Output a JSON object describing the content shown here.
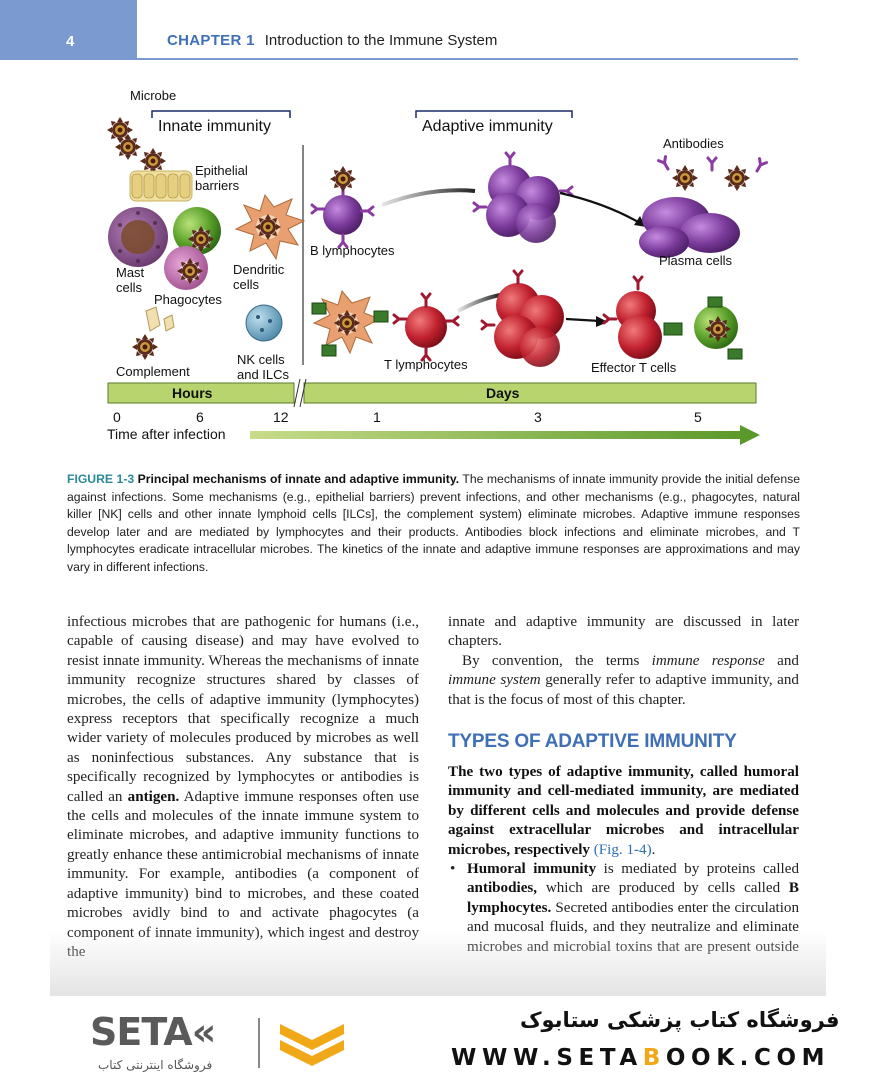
{
  "header": {
    "page_number": "4",
    "chapter_label": "CHAPTER 1",
    "chapter_title": "Introduction to the Immune System"
  },
  "figure": {
    "innate_heading": "Innate immunity",
    "adaptive_heading": "Adaptive immunity",
    "labels": {
      "microbe": "Microbe",
      "epithelial_1": "Epithelial",
      "epithelial_2": "barriers",
      "mast_1": "Mast",
      "mast_2": "cells",
      "phagocytes": "Phagocytes",
      "dendritic_1": "Dendritic",
      "dendritic_2": "cells",
      "complement": "Complement",
      "nk_1": "NK cells",
      "nk_2": "and ILCs",
      "b_lymphocytes": "B lymphocytes",
      "antibodies": "Antibodies",
      "plasma_cells": "Plasma cells",
      "t_lymphocytes": "T lymphocytes",
      "effector_t_cells": "Effector T cells"
    },
    "timeline": {
      "hours_label": "Hours",
      "days_label": "Days",
      "ticks": [
        "0",
        "6",
        "12",
        "1",
        "3",
        "5"
      ],
      "axis_label": "Time after infection"
    }
  },
  "caption": {
    "id": "FIGURE 1-3",
    "title": "Principal mechanisms of innate and adaptive immunity.",
    "text": "The mechanisms of innate immunity provide the initial defense against infections. Some mechanisms (e.g., epithelial barriers) prevent infections, and other mechanisms (e.g., phagocytes, natural killer [NK] cells and other innate lymphoid cells [ILCs], the complement system) eliminate microbes. Adaptive immune responses develop later and are mediated by lymphocytes and their products. Antibodies block infections and eliminate microbes, and T lymphocytes eradicate intracellular microbes. The kinetics of the innate and adaptive immune responses are approximations and may vary in different infections."
  },
  "body": {
    "left_p1_a": "infectious microbes that are pathogenic for humans (i.e., capable of causing disease) and may have evolved to resist innate immunity. Whereas the mechanisms of innate immunity recognize structures shared by classes of microbes, the cells of adaptive immunity (lymphocytes) express receptors that specifically recognize a much wider variety of molecules produced by microbes as well as noninfectious substances. Any substance that is specifically recognized by lymphocytes or antibodies is called an ",
    "left_p1_antigen": "antigen.",
    "left_p1_b": " Adaptive immune responses often use the cells and molecules of the innate immune system to eliminate microbes, and adaptive immunity functions to greatly enhance these antimicrobial mechanisms of innate immunity. For example, antibodies (a component of adaptive immunity) bind to microbes, and these coated microbes avidly bind to and activate phagocytes (a component of innate immunity), which ingest and destroy the",
    "right_p1": "innate and adaptive immunity are discussed in later chapters.",
    "right_p2_a": "By convention, the terms ",
    "right_p2_term1": "immune response",
    "right_p2_b": " and ",
    "right_p2_term2": "immune system",
    "right_p2_c": " generally refer to adaptive immunity, and that is the focus of most of this chapter.",
    "section_title": "TYPES OF ADAPTIVE IMMUNITY",
    "lead_bold": "The two types of adaptive immunity, called humoral immunity and cell-mediated immunity, are mediated by different cells and molecules and provide defense against extracellular microbes and intracellular microbes, respectively",
    "lead_ref": "(Fig. 1-4)",
    "lead_end": ".",
    "bullet_symbol": "•",
    "bullet_term": "Humoral immunity",
    "bullet_a": " is mediated by proteins called ",
    "bullet_antibodies": "antibodies,",
    "bullet_b": " which are produced by cells called ",
    "bullet_blymph": "B lymphocytes.",
    "bullet_c": " Secreted antibodies enter the circulation and mucosal fluids, and they neutralize and eliminate microbes and microbial toxins that are present outside host"
  },
  "footer": {
    "logo_latin": "SETA«",
    "logo_sub": "فروشگاه اینترنتی کتاب",
    "store_name": "فروشگاه کتاب پزشکی ستابوک",
    "url_a": "WWW.SETA",
    "url_b": "B",
    "url_c": "OOK.COM"
  },
  "colors": {
    "accent_blue": "#3f6fb6",
    "caption_teal": "#2a8a9a",
    "timeline_green": "#8cba4a",
    "b_cell_purple": "#7a3a9a",
    "t_cell_red": "#c0202e",
    "footer_orange": "#f0a819"
  }
}
